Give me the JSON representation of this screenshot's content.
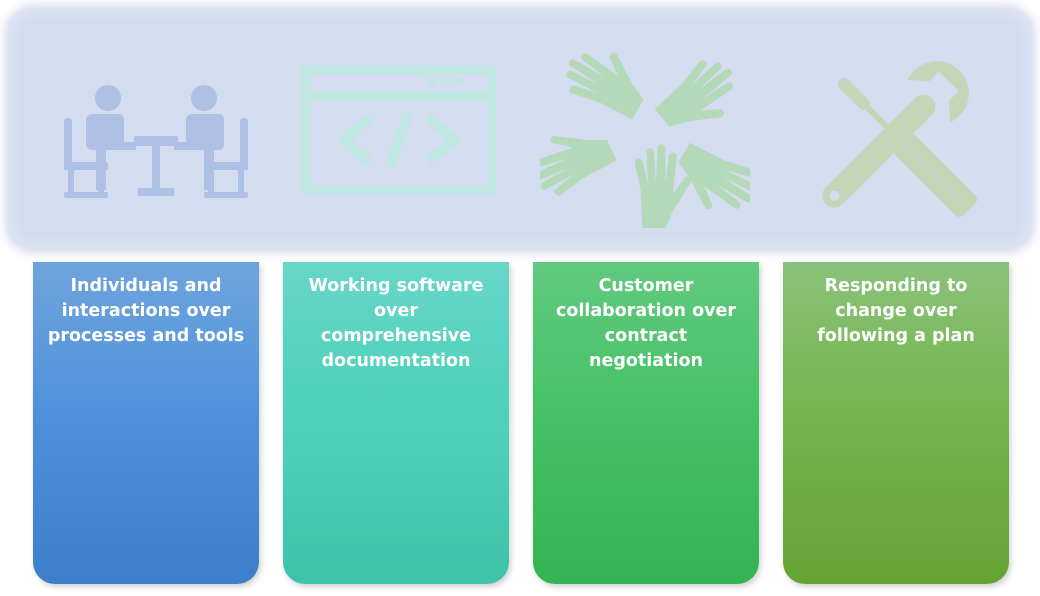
{
  "colors": {
    "band_background": "#d4dcef",
    "icon_people": "#aec0e3",
    "icon_code": "#bfe6e1",
    "icon_hands": "#b3d9b8",
    "icon_tools": "#c1d7b8",
    "card_1": "#4f92dc",
    "card_2": "#4fd1bb",
    "card_3": "#45c266",
    "card_4": "#74b64e",
    "card_text": "#ffffff"
  },
  "icons": [
    {
      "name": "meeting-people-icon"
    },
    {
      "name": "code-window-icon"
    },
    {
      "name": "collaborating-hands-icon"
    },
    {
      "name": "wrench-screwdriver-icon"
    }
  ],
  "cards": [
    {
      "lines": [
        "Individuals and",
        "interactions over",
        "processes and tools"
      ]
    },
    {
      "lines": [
        "Working software",
        "over",
        "comprehensive",
        "documentation"
      ]
    },
    {
      "lines": [
        "Customer",
        "collaboration over",
        "contract",
        "negotiation"
      ]
    },
    {
      "lines": [
        "Responding to",
        "change over",
        "following a plan"
      ]
    }
  ]
}
